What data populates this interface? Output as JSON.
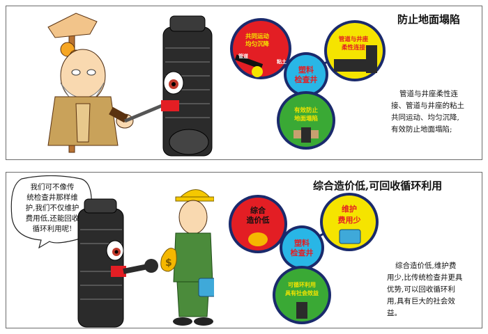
{
  "panel1": {
    "title": "防止地面塌陷",
    "description_lines": [
      "管道与井座柔性连",
      "接、管道与井座的粘土",
      "共同运动、均匀沉降,",
      "有效防止地面塌陷;"
    ],
    "center_circle": [
      "塑料",
      "检查井"
    ],
    "circle_red": [
      "共同运动",
      "均匀沉降"
    ],
    "circle_red_small": [
      "管道",
      "粘土"
    ],
    "circle_yellow": [
      "管道与井座",
      "柔性连接"
    ],
    "circle_green": [
      "有效防止",
      "地面塌陷"
    ],
    "colors": {
      "red": "#e31e24",
      "yellow": "#f5e400",
      "green": "#3aa935",
      "cyan": "#29b6e6",
      "navy": "#1a2a6c"
    }
  },
  "panel2": {
    "title": "综合造价低,可回收循环利用",
    "speech_lines": [
      "我们可不像传",
      "统检查井那样维",
      "护,我们不仅维护",
      "费用低,还能回收",
      "循环利用呢!"
    ],
    "description_lines": [
      "综合造价低,维护费",
      "用少,比传统检查井更具",
      "优势,可以回收循环利",
      "用,具有巨大的社会效",
      "益。"
    ],
    "center_circle": [
      "塑料",
      "检查井"
    ],
    "circle_red": [
      "综合",
      "造价低"
    ],
    "circle_yellow": [
      "维护",
      "费用少"
    ],
    "circle_green": [
      "可循环利用",
      "具有社会效益"
    ]
  }
}
